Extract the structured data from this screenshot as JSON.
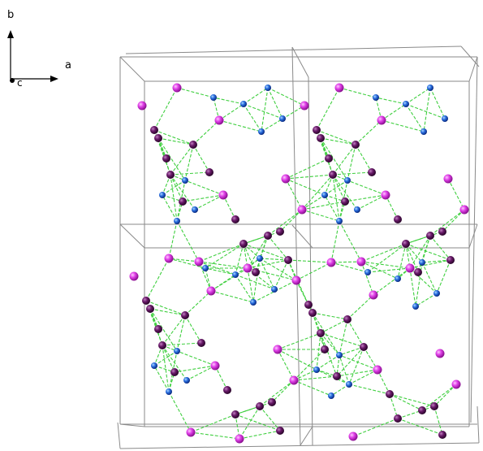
{
  "axes": {
    "b": "b",
    "a": "a",
    "c": "c"
  },
  "colors": {
    "background": "#ffffff",
    "cell_edge": "#8a8a8a",
    "bond": "#3fcf3f",
    "atom_magenta": "#e040e8",
    "atom_purple": "#6a1a6a",
    "atom_blue": "#2a6fe0"
  },
  "atom_types": [
    "magenta",
    "purple",
    "blue"
  ]
}
